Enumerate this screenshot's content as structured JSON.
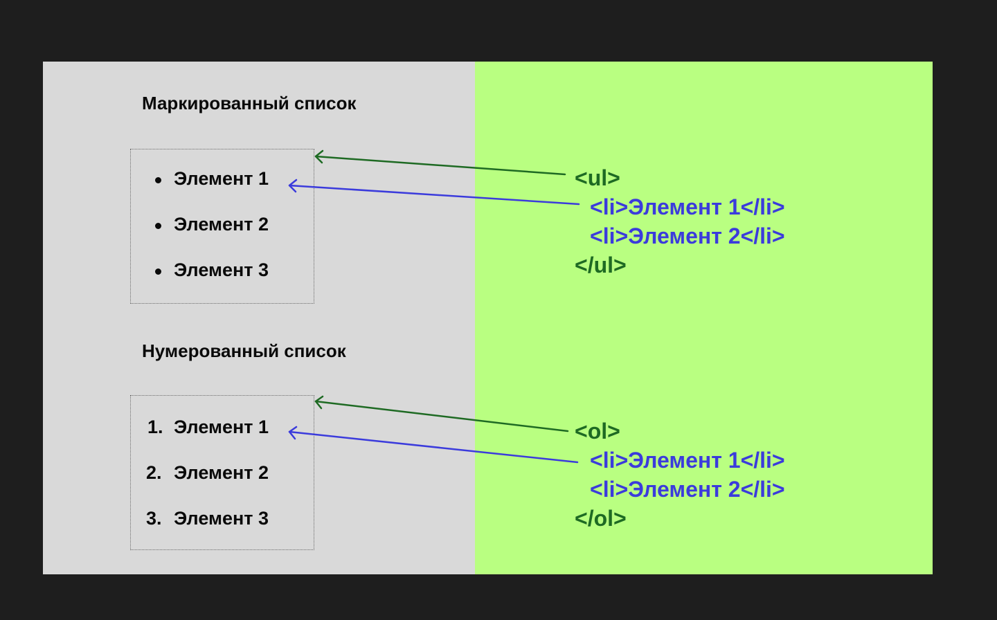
{
  "colors": {
    "background": "#1e1e1e",
    "left_panel": "#d9d9d9",
    "right_panel": "#b9ff81",
    "green_code": "#1e6a23",
    "blue_code": "#3b3bdc"
  },
  "bulleted": {
    "heading": "Маркированный список",
    "items": [
      "Элемент 1",
      "Элемент 2",
      "Элемент 3"
    ],
    "code": {
      "open": "<ul>",
      "li": [
        "<li>Элемент 1</li>",
        "<li>Элемент 2</li>"
      ],
      "close": "</ul>"
    }
  },
  "numbered": {
    "heading": "Нумерованный список",
    "markers": [
      "1.",
      "2.",
      "3."
    ],
    "items": [
      "Элемент 1",
      "Элемент 2",
      "Элемент 3"
    ],
    "code": {
      "open": "<ol>",
      "li": [
        "<li>Элемент 1</li>",
        "<li>Элемент 2</li>"
      ],
      "close": "</ol>"
    }
  }
}
